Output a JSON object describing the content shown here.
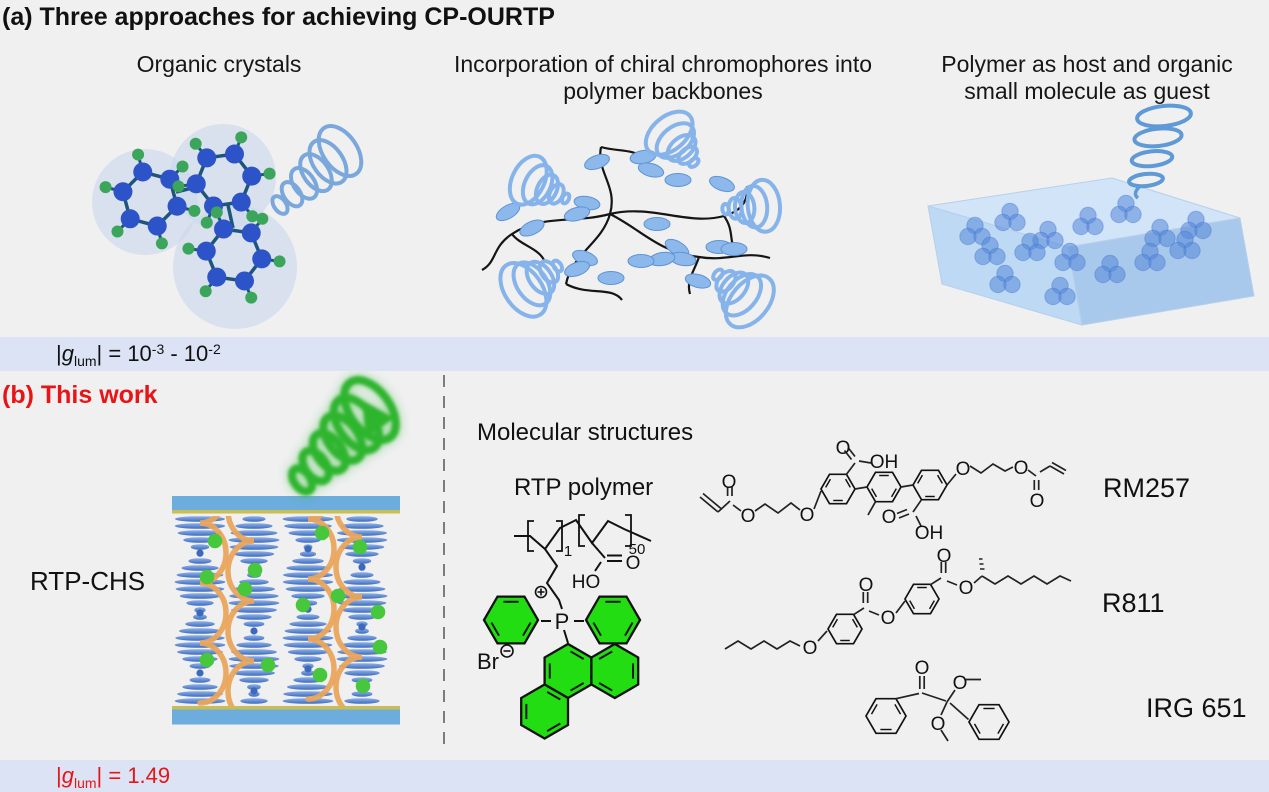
{
  "colors": {
    "background": "#f0f0f1",
    "banner": "#dbe3f4",
    "accent_red": "#e81416",
    "emission_green": "#2db52d"
  },
  "panel_a": {
    "label": "(a)",
    "title": "Three approaches for achieving CP-OURTP",
    "approaches": [
      {
        "caption_line1": "Organic crystals",
        "caption_line2": ""
      },
      {
        "caption_line1": "Incorporation of chiral chromophores into",
        "caption_line2": "polymer backbones"
      },
      {
        "caption_line1": "Polymer as host and organic",
        "caption_line2": "small molecule as guest"
      }
    ],
    "banner": {
      "bar1": "|",
      "g": "g",
      "sub": "lum",
      "mid": "| = 10",
      "sup1": "-3",
      "mid2": " - 10",
      "sup2": "-2"
    }
  },
  "panel_b": {
    "label": "(b)",
    "title": "This work",
    "sample_label": "RTP-CHS",
    "structures_heading": "Molecular structures",
    "polymer": {
      "name": "RTP polymer",
      "sub_n1": "1",
      "sub_n50": "50",
      "ho": "HO",
      "o": "O",
      "p": "P",
      "br": "Br"
    },
    "molecules": [
      {
        "name": "RM257"
      },
      {
        "name": "R811"
      },
      {
        "name": "IRG 651"
      }
    ],
    "rm257_atoms": {
      "o1": "O",
      "o2": "O",
      "o3": "O",
      "o4": "O",
      "oh_top": "OH",
      "o5": "O",
      "oh_bot": "OH",
      "o6": "O",
      "o7": "O",
      "o8": "O"
    },
    "r811_atoms": {
      "o1": "O",
      "o2": "O",
      "o3": "O",
      "o4": "O",
      "o5": "O"
    },
    "irg651_atoms": {
      "o1": "O",
      "o2": "O",
      "o3": "O"
    },
    "banner": {
      "bar1": "|",
      "g": "g",
      "sub": "lum",
      "mid": "| = 1.49"
    }
  }
}
